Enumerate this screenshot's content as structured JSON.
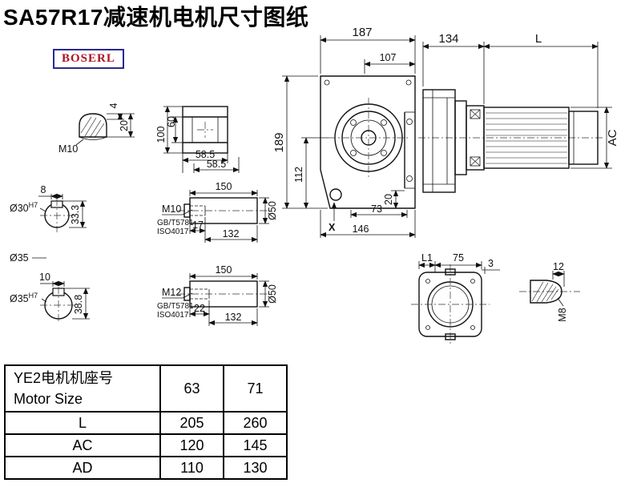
{
  "title": "SA57R17减速机电机尺寸图纸",
  "logo": "BOSERL",
  "drawing": {
    "plug": {
      "thread": "M10",
      "d4": "4",
      "d20": "20"
    },
    "block": {
      "d100": "100",
      "d60": "60",
      "d585a": "58.5",
      "d585b": "58.5"
    },
    "front": {
      "d187": "187",
      "d107": "107",
      "d189": "189",
      "d112": "112",
      "d20": "20",
      "d73": "73",
      "d146": "146",
      "x_mark": "X"
    },
    "side": {
      "d134": "134",
      "len": "L",
      "ac": "AC"
    },
    "flange": {
      "l1": "L1",
      "d75": "75",
      "d3": "3"
    },
    "pin": {
      "d12": "12",
      "thread": "M8"
    },
    "bore30": {
      "d8": "8",
      "dia": "Ø30",
      "tol": "H7",
      "d333": "33.3"
    },
    "bore35": {
      "dia_plain": "Ø35",
      "d10": "10",
      "dia": "Ø35",
      "tol": "H7",
      "d388": "38.8"
    },
    "shaft1": {
      "d150": "150",
      "thread": "M10",
      "std1": "GB/T5781",
      "std2": "ISO4017",
      "d17": "17",
      "d132": "132",
      "dia": "Ø50"
    },
    "shaft2": {
      "d150": "150",
      "thread": "M12",
      "std1": "GB/T5781",
      "std2": "ISO4017",
      "d22": "22",
      "d132": "132",
      "dia": "Ø50"
    }
  },
  "table": {
    "header_cn": "YE2电机机座号",
    "header_en": "Motor Size",
    "sizes": [
      "63",
      "71"
    ],
    "rows": [
      {
        "label": "L",
        "values": [
          "205",
          "260"
        ]
      },
      {
        "label": "AC",
        "values": [
          "120",
          "145"
        ]
      },
      {
        "label": "AD",
        "values": [
          "110",
          "130"
        ]
      }
    ]
  }
}
